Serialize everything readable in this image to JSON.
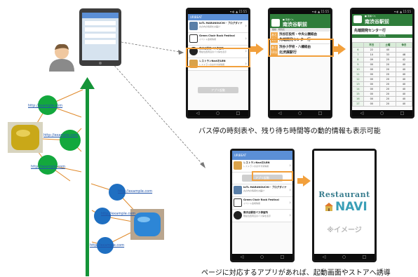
{
  "links": {
    "left_1": "http://example.com",
    "left_2": "http://example.com",
    "left_3": "http://example.com",
    "right_1": "http://example.com",
    "right_2": "http://example.com",
    "right_3": "http://example.com"
  },
  "app_list": {
    "status": "▾ ◐ ▲ 15:55",
    "appbar": "URIBEAT",
    "items": [
      {
        "title": "IoTL MARUNOUCHI - ブログダイナ",
        "sub": "丸の内の情報をお届け"
      },
      {
        "title": "Green Chair Rock Festival",
        "sub": "イベント会場情報"
      },
      {
        "title": "南渋谷駅前バス停留所",
        "sub": "現在位置周辺のバス停を表示"
      },
      {
        "title": "レストランNaviおLBN",
        "sub": "レストランのおすすめ情報"
      }
    ],
    "button": "アプリ起動"
  },
  "bus_stop": {
    "small_label": "■ 東横バス",
    "name": "南渋谷駅前",
    "tabs": "路線 · 時刻表",
    "lines": [
      {
        "tag": "あと 2分",
        "dest": "渋谷区役所・中央公園経由"
      },
      {
        "tag": "",
        "dest": "先端開発センター行"
      },
      {
        "tag": "あと 10分",
        "dest": "渋谷小学校・八幡経由"
      },
      {
        "tag": "",
        "dest": "北渋展駅行"
      }
    ]
  },
  "timetable": {
    "small_label": "■ 東横バス",
    "name": "南渋谷駅前",
    "route": "先端開発センター行",
    "section": "時刻表",
    "headers": [
      "平日",
      "土曜",
      "休日"
    ],
    "rows": [
      [
        "6",
        "22",
        "40"
      ],
      [
        "7",
        "10",
        "33",
        "48"
      ],
      [
        "8",
        "09",
        "25",
        "42"
      ],
      [
        "9",
        "00",
        "20",
        "40"
      ],
      [
        "10",
        "00",
        "20",
        "40"
      ],
      [
        "11",
        "00",
        "20",
        "40"
      ],
      [
        "12",
        "00",
        "20",
        "40"
      ],
      [
        "13",
        "00",
        "20",
        "40"
      ],
      [
        "14",
        "00",
        "20",
        "40"
      ],
      [
        "15",
        "00",
        "20",
        "40"
      ],
      [
        "16",
        "00",
        "20",
        "40"
      ],
      [
        "17",
        "00",
        "20",
        "40"
      ]
    ]
  },
  "launcher": {
    "appbar": "URIBEAT",
    "items": [
      {
        "title": "レストランNaviおLBN",
        "sub": "レストランのおすすめ情報"
      },
      {
        "title": "IoTL MARUNOUCHI - ブログダイナ",
        "sub": "丸の内の情報をお届け"
      },
      {
        "title": "Green Chair Rock Festival",
        "sub": "イベント会場情報"
      },
      {
        "title": "南渋谷駅前バス停留所",
        "sub": "現在位置周辺のバス停を表示"
      }
    ],
    "button": "アプリ起動"
  },
  "splash": {
    "brand_top": "Restaurant",
    "brand_bottom": "NAVI",
    "note": "※イメージ"
  },
  "captions": {
    "top": "バス停の時刻表や、残り待ち時間等の動的情報も表示可能",
    "bottom": "ページに対応するアプリがあれば、起動画面やストアへ誘導"
  },
  "colors": {
    "green_bar": "#149438",
    "green_node": "#13a83d",
    "blue_node": "#1f6fc1",
    "orange": "#f2a03c",
    "link_line": "#e08a2c"
  }
}
